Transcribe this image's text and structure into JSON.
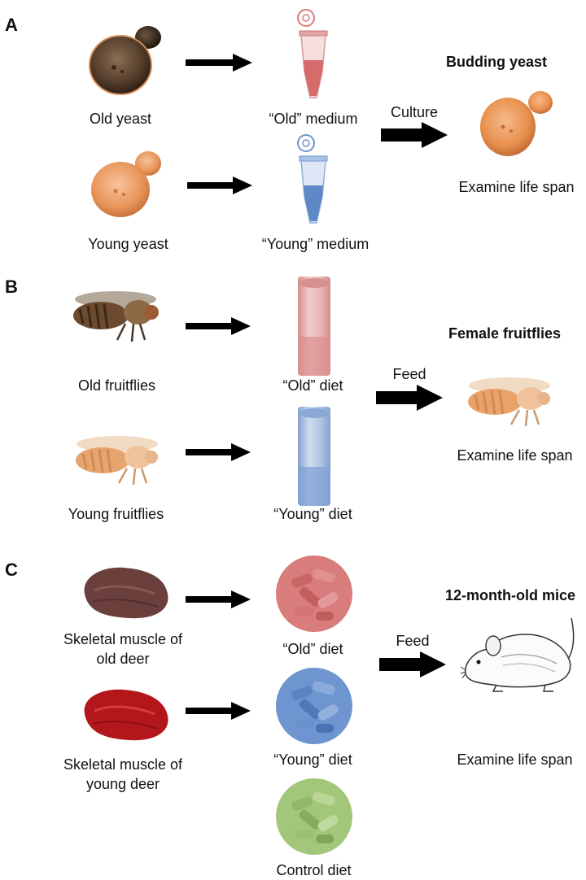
{
  "panels": {
    "a": {
      "letter": "A",
      "old_source": "Old yeast",
      "old_product": "“Old” medium",
      "young_source": "Young yeast",
      "young_product": "“Young” medium",
      "action": "Culture",
      "target_title": "Budding yeast",
      "outcome": "Examine life span"
    },
    "b": {
      "letter": "B",
      "old_source": "Old fruitflies",
      "old_product": "“Old” diet",
      "young_source": "Young fruitflies",
      "young_product": "“Young” diet",
      "action": "Feed",
      "target_title": "Female fruitflies",
      "outcome": "Examine life span"
    },
    "c": {
      "letter": "C",
      "old_source": "Skeletal muscle of old deer",
      "old_product": "“Old” diet",
      "young_source": "Skeletal muscle of young deer",
      "young_product": "“Young” diet",
      "control_product": "Control diet",
      "action": "Feed",
      "target_title": "12-month-old mice",
      "outcome": "Examine life span"
    }
  },
  "colors": {
    "old": "#d97c7c",
    "young": "#6e95cf",
    "control": "#a3c77a",
    "yeast_young": "#e8955a",
    "yeast_old": "#5b4330",
    "arrow": "#000000"
  },
  "icons": {
    "yeast": "budding-yeast-cell",
    "tube": "microcentrifuge-tube",
    "vial": "fly-food-vial",
    "fly": "fruitfly",
    "muscle": "meat-chunk",
    "pellets": "diet-pellets",
    "mouse": "mouse-sketch"
  }
}
